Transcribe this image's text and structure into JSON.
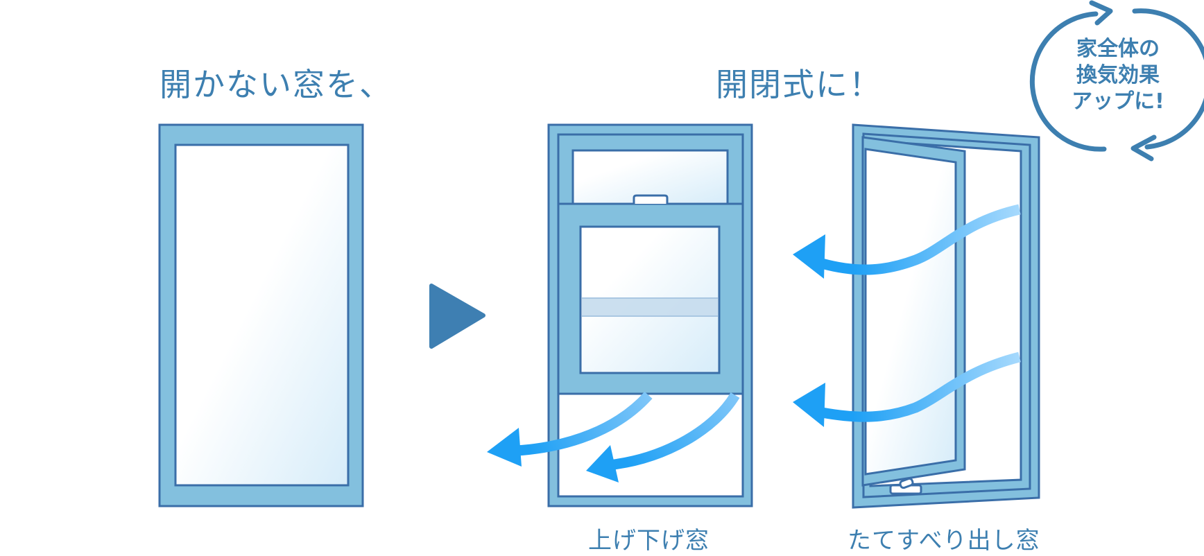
{
  "headings": {
    "before": "開かない窓を、",
    "after": "開閉式に！"
  },
  "captions": {
    "double_hung": "上げ下げ窓",
    "casement": "たてすべり出し窓"
  },
  "badge": {
    "lines": [
      "家全体の",
      "換気効果",
      "アップに!"
    ]
  },
  "colors": {
    "frame": "#83c0de",
    "outline": "#3a6ea8",
    "text": "#3d7fb0",
    "arrow": "#1ea0f5",
    "arrow_light": "#9cd3fb",
    "triangle": "#3e7fb2"
  },
  "icons": {
    "transition": "play-triangle-icon",
    "badge": "circular-arrows-icon",
    "airflow": "curved-arrow-icon"
  }
}
